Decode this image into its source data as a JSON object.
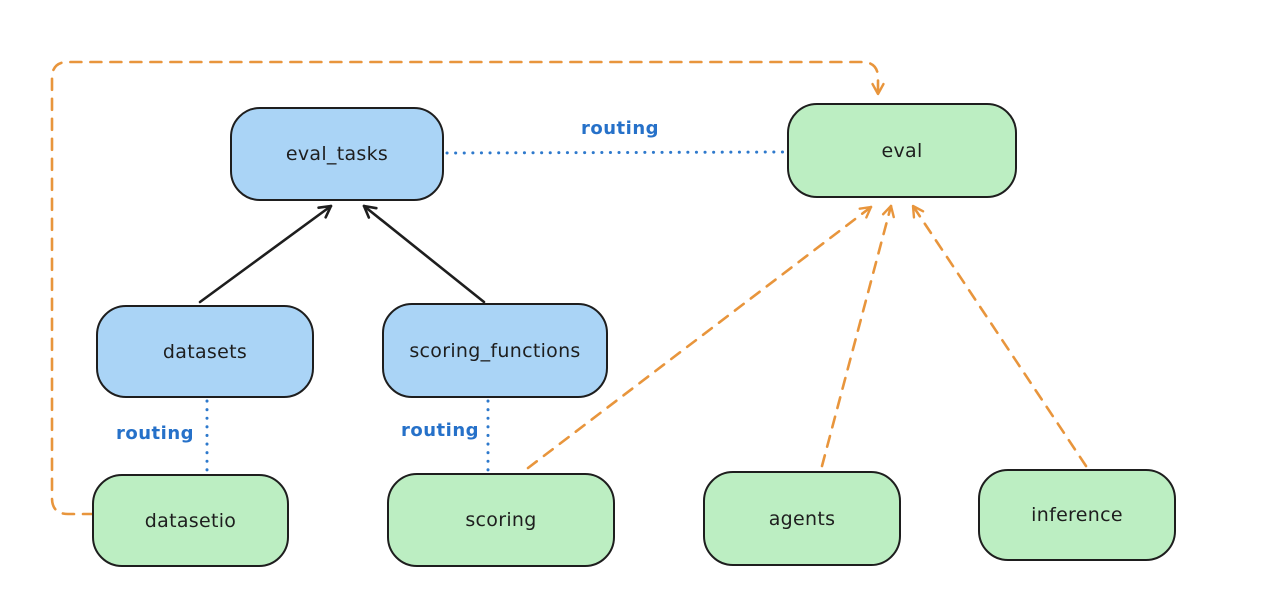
{
  "diagram": {
    "nodes": [
      {
        "id": "eval_tasks",
        "label": "eval_tasks",
        "kind": "resource",
        "fill": "#aad4f6"
      },
      {
        "id": "datasets",
        "label": "datasets",
        "kind": "resource",
        "fill": "#aad4f6"
      },
      {
        "id": "scoring_functions",
        "label": "scoring_functions",
        "kind": "resource",
        "fill": "#aad4f6"
      },
      {
        "id": "eval",
        "label": "eval",
        "kind": "api",
        "fill": "#bceec2"
      },
      {
        "id": "datasetio",
        "label": "datasetio",
        "kind": "api",
        "fill": "#bceec2"
      },
      {
        "id": "scoring",
        "label": "scoring",
        "kind": "api",
        "fill": "#bceec2"
      },
      {
        "id": "agents",
        "label": "agents",
        "kind": "api",
        "fill": "#bceec2"
      },
      {
        "id": "inference",
        "label": "inference",
        "kind": "api",
        "fill": "#bceec2"
      }
    ],
    "edges": [
      {
        "from": "datasets",
        "to": "eval_tasks",
        "style": "solid",
        "color": "#1e1e1e",
        "arrow": true
      },
      {
        "from": "scoring_functions",
        "to": "eval_tasks",
        "style": "solid",
        "color": "#1e1e1e",
        "arrow": true
      },
      {
        "from": "eval_tasks",
        "to": "eval",
        "style": "dotted",
        "color": "#2e79cc",
        "label": "routing",
        "arrow": false
      },
      {
        "from": "datasets",
        "to": "datasetio",
        "style": "dotted",
        "color": "#2e79cc",
        "label": "routing",
        "arrow": false
      },
      {
        "from": "scoring_functions",
        "to": "scoring",
        "style": "dotted",
        "color": "#2e79cc",
        "label": "routing",
        "arrow": false
      },
      {
        "from": "datasetio",
        "to": "eval",
        "style": "dashed",
        "color": "#e8953c",
        "arrow": true,
        "route": "left-top-loop"
      },
      {
        "from": "scoring",
        "to": "eval",
        "style": "dashed",
        "color": "#e8953c",
        "arrow": true
      },
      {
        "from": "agents",
        "to": "eval",
        "style": "dashed",
        "color": "#e8953c",
        "arrow": true
      },
      {
        "from": "inference",
        "to": "eval",
        "style": "dashed",
        "color": "#e8953c",
        "arrow": true
      }
    ],
    "colors": {
      "node_blue": "#aad4f6",
      "node_green": "#bceec2",
      "stroke": "#1e1e1e",
      "routing_blue": "#2671c9",
      "dotted_blue": "#2e79cc",
      "dependency_orange": "#e8953c",
      "background": "#ffffff"
    }
  }
}
